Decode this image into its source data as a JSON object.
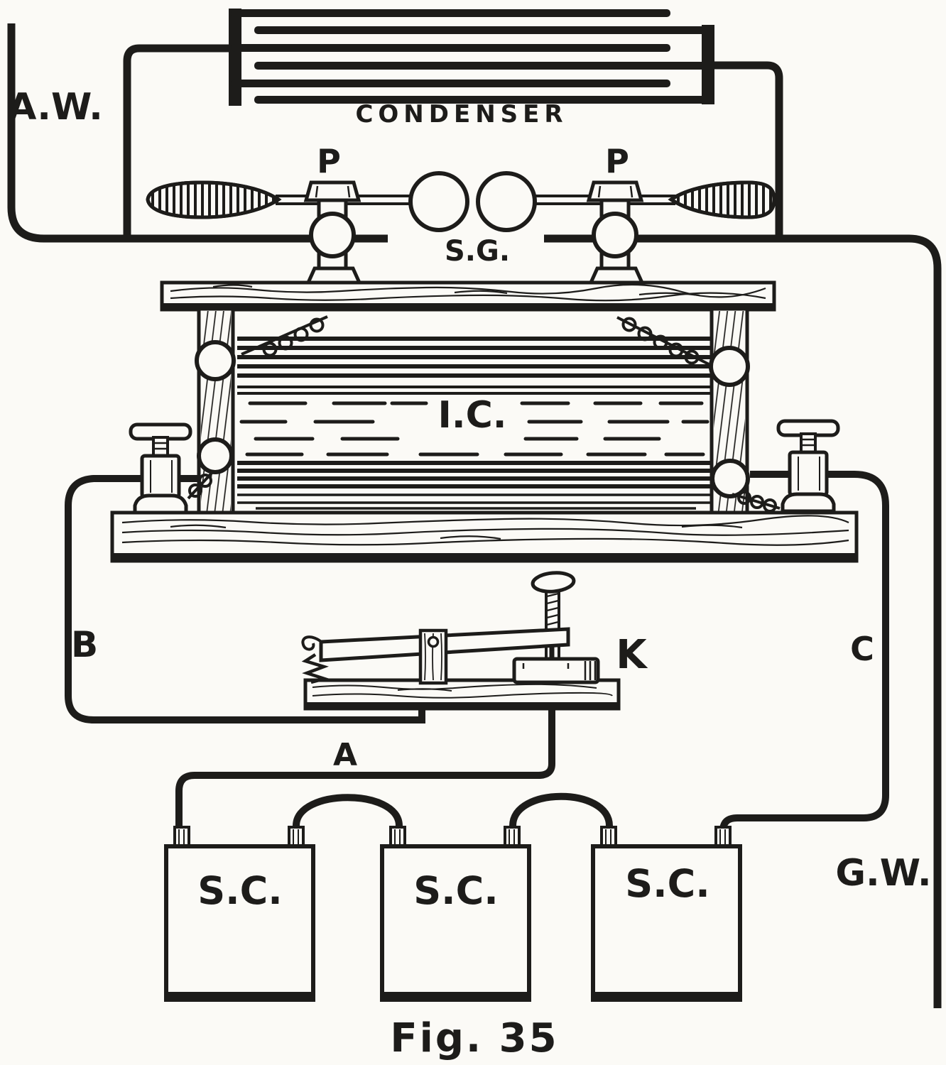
{
  "figure": {
    "caption": "Fig. 35"
  },
  "colors": {
    "ink": "#1d1c1a",
    "paper": "#fbfaf6"
  },
  "components": {
    "aerial_wire": {
      "label": "A.W."
    },
    "condenser": {
      "label": "CONDENSER"
    },
    "spark_gap": {
      "label": "S.G.",
      "post_labels": [
        "P",
        "P"
      ]
    },
    "induction_coil": {
      "label": "I.C."
    },
    "key": {
      "label": "K"
    },
    "wires": {
      "b": "B",
      "c": "C",
      "a": "A"
    },
    "battery": {
      "cells": [
        "S.C.",
        "S.C.",
        "S.C."
      ]
    },
    "ground_wire": {
      "label": "G.W."
    }
  }
}
